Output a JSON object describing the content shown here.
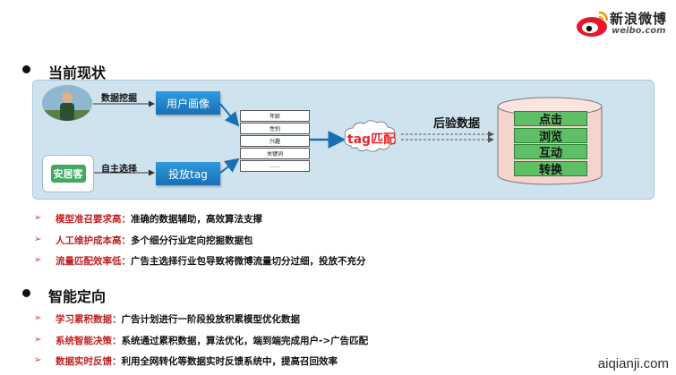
{
  "logo": {
    "brand": "新浪微博",
    "sub": "weibo.com"
  },
  "sections": [
    {
      "title": "当前现状"
    },
    {
      "title": "智能定向"
    }
  ],
  "diagram": {
    "label_mining": "数据挖掘",
    "label_self": "自主选择",
    "anjuke_logo": "安居客",
    "box_profile": "用户画像",
    "box_tag": "投放tag",
    "tags": [
      "年龄",
      "性别",
      "兴趣",
      "关键词",
      "……"
    ],
    "cloud": "tag匹配",
    "after": "后验数据",
    "stats": [
      "点击",
      "浏览",
      "互动",
      "转换"
    ]
  },
  "list1": [
    {
      "key": "模型准召要求高：",
      "text": "准确的数据辅助，高效算法支撑"
    },
    {
      "key": "人工维护成本高：",
      "text": "多个细分行业定向挖掘数据包"
    },
    {
      "key": "流量匹配效率低：",
      "text": "广告主选择行业包导致将微博流量切分过细，投放不充分"
    }
  ],
  "list2": [
    {
      "key": "学习累积数据：",
      "text": "广告计划进行一阶段投放积累模型优化数据"
    },
    {
      "key": "系统智能决策：",
      "text": "系统通过累积数据，算法优化，端到端完成用户->广告匹配"
    },
    {
      "key": "数据实时反馈：",
      "text": "利用全网转化等数据实时反馈系统中，提高召回效率"
    }
  ],
  "watermark": "aiqianji.com"
}
